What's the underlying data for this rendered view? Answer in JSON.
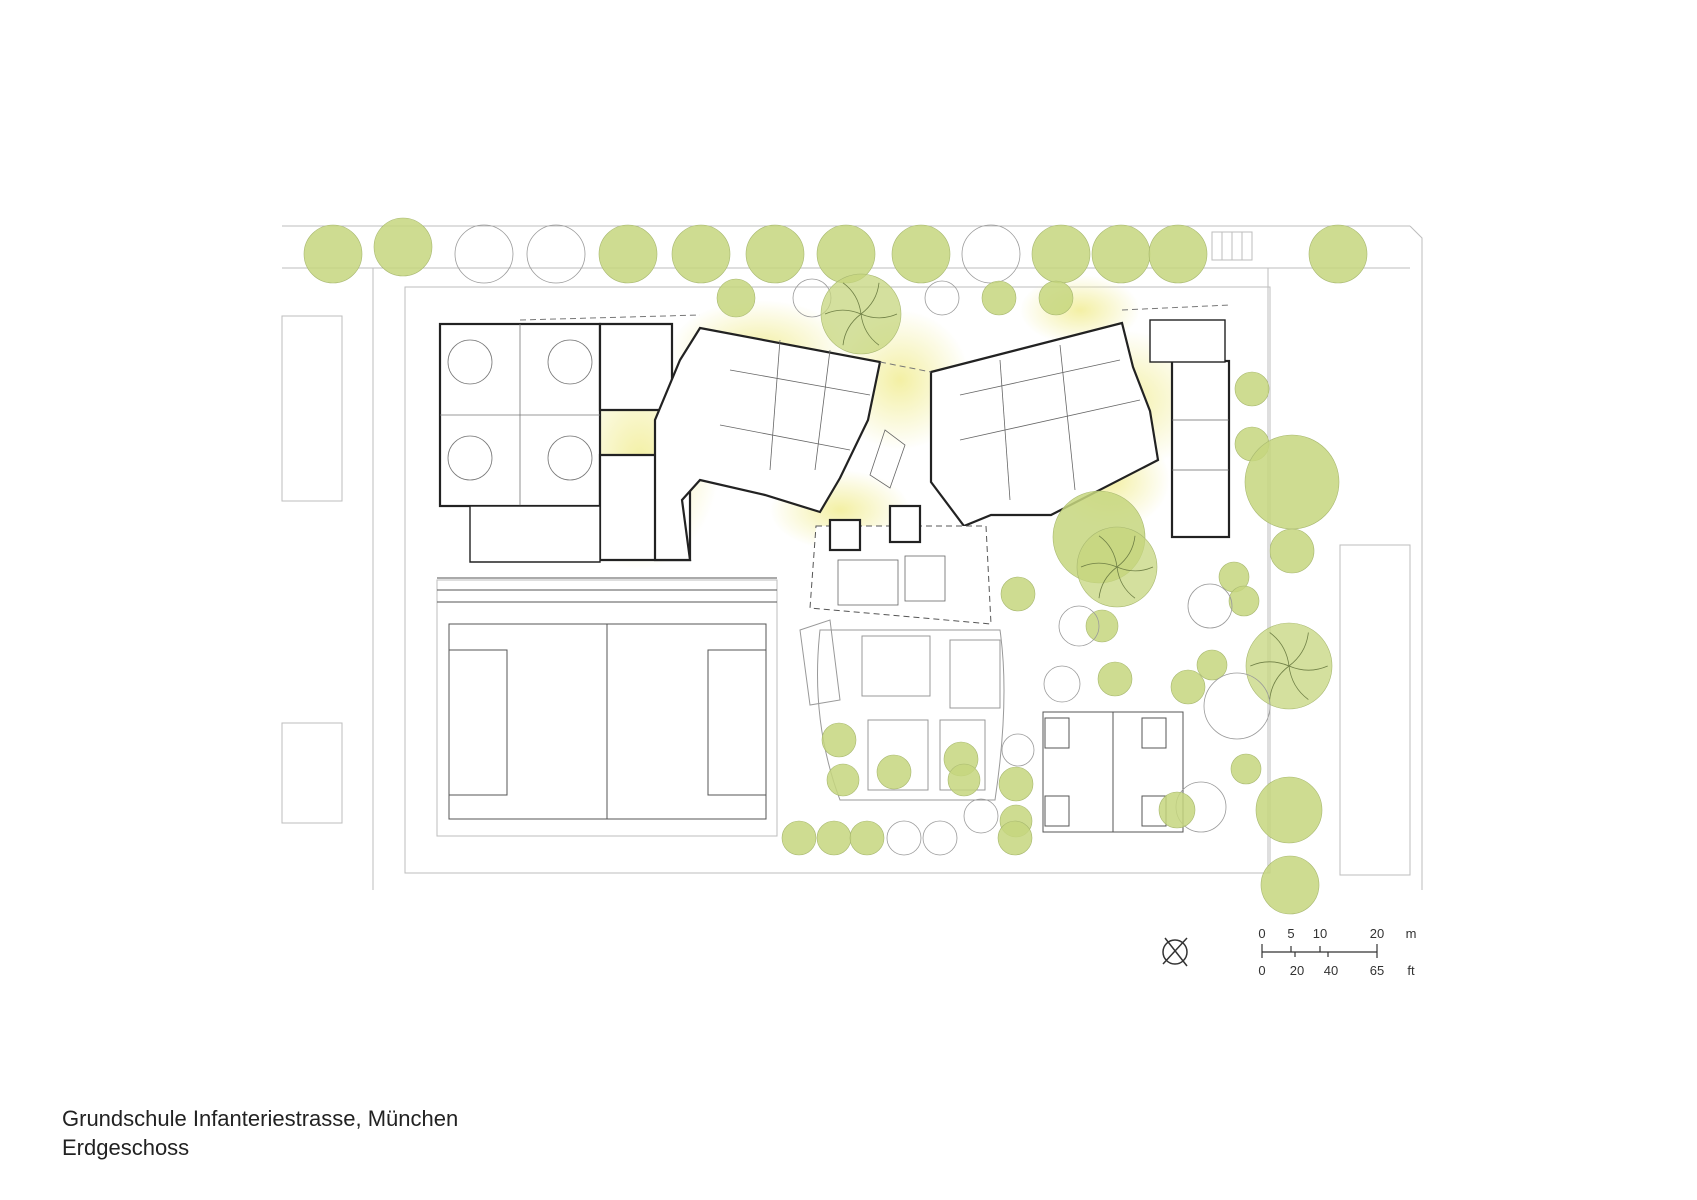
{
  "caption": {
    "title": "Grundschule Infanteriestrasse, München",
    "subtitle": "Erdgeschoss"
  },
  "scale_bar": {
    "metric_labels": [
      "0",
      "5",
      "10",
      "20"
    ],
    "metric_unit": "m",
    "imperial_labels": [
      "0",
      "20",
      "40",
      "65"
    ],
    "imperial_unit": "ft"
  },
  "north_arrow": {
    "icon": "north-compass-icon"
  },
  "colors": {
    "tree_fill": "#c5d67e",
    "tree_outline": "#9a9a9a",
    "wall": "#222222",
    "site_line": "#b8b8b8",
    "circulation_glow": "#f3f0a0"
  }
}
